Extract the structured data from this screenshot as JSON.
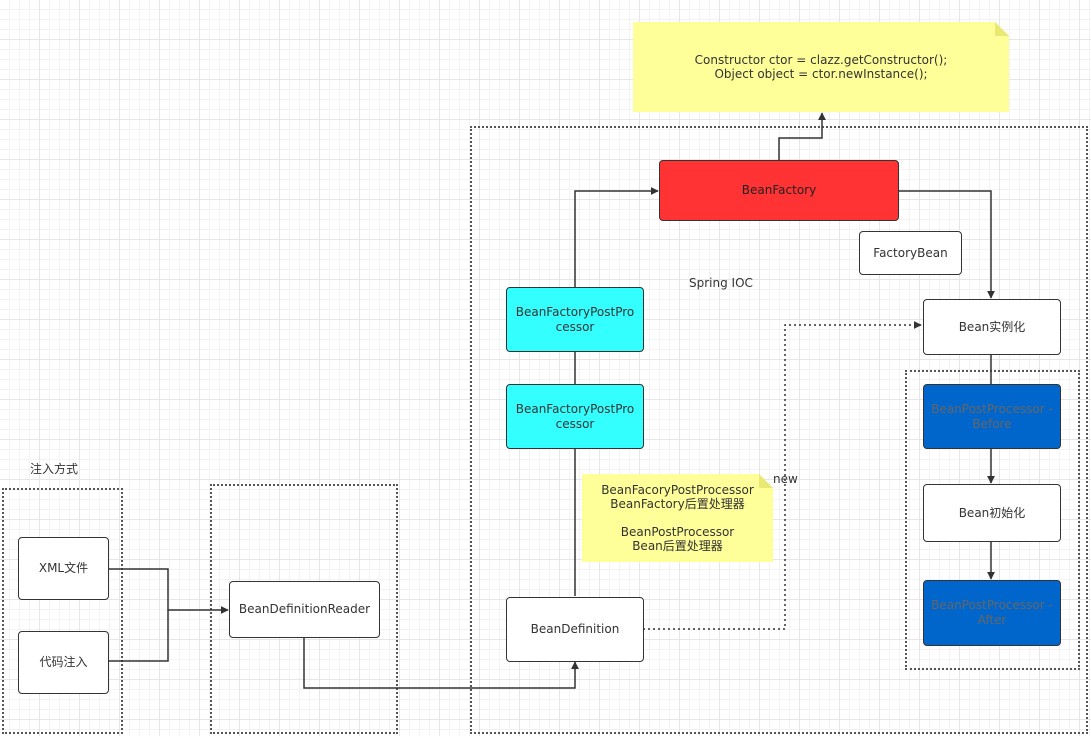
{
  "labels": {
    "injection_methods": "注入方式",
    "spring_ioc": "Spring IOC",
    "new": "new"
  },
  "nodes": {
    "xml_file": "XML文件",
    "code_injection": "代码注入",
    "bean_definition_reader": "BeanDefinitionReader",
    "bean_definition": "BeanDefinition",
    "bean_factory_post_processor_1": "BeanFactoryPostProcessor",
    "bean_factory_post_processor_2": "BeanFactoryPostProcessor",
    "bean_factory": "BeanFactory",
    "factory_bean": "FactoryBean",
    "bean_instantiation": "Bean实例化",
    "bean_post_processor_before": "BeanPostProcessor - Before",
    "bean_initialization": "Bean初始化",
    "bean_post_processor_after": "BeanPostProcessor - After"
  },
  "notes": {
    "constructor_code": "Constructor ctor = clazz.getConstructor();\nObject object = ctor.newInstance();",
    "post_processor_legend": "BeanFacoryPostProcessor\nBeanFactory后置处理器\n\nBeanPostProcessor\nBean后置处理器"
  },
  "colors": {
    "bean_factory_fill": "#ff3333",
    "factory_post_processor_fill": "#33ffff",
    "bean_post_processor_fill": "#0066cc",
    "note_fill": "#ffff99",
    "stroke": "#333333"
  }
}
